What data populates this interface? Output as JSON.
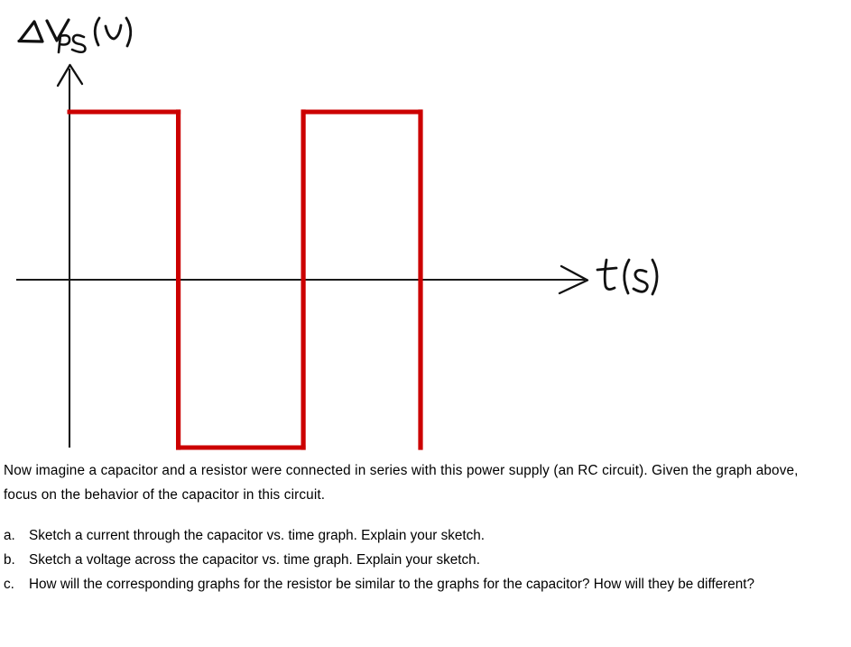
{
  "figure": {
    "y_axis_label": "ΔVₚₛ (v)",
    "y_axis_label_parts": {
      "delta": "Δ",
      "v": "V",
      "subscript": "PS",
      "unit": "(v)"
    },
    "x_axis_label": "t(s)",
    "stroke_color": "#cc0000",
    "axis_color": "#1a1a1a"
  },
  "chart_data": {
    "type": "line",
    "title": "",
    "xlabel": "t(s)",
    "ylabel": "ΔVₚₛ (v)",
    "grid": false,
    "legend": "none",
    "description": "Hand-drawn square wave (power supply voltage) alternating between a constant positive value and an equal-magnitude negative value, starting high at t=0.",
    "xlim": [
      0,
      6
    ],
    "ylim": [
      -1.3,
      1.3
    ],
    "high_level": 1,
    "low_level": -1,
    "zero_line": 0,
    "x": [
      0,
      1.55,
      1.55,
      3.33,
      3.33,
      5.0,
      5.0
    ],
    "y": [
      1,
      1,
      -1,
      -1,
      1,
      1,
      -1
    ],
    "transitions": [
      {
        "t": 0.0,
        "edge": "start-high",
        "value": 1
      },
      {
        "t": 1.55,
        "edge": "falling",
        "value": -1
      },
      {
        "t": 3.33,
        "edge": "rising",
        "value": 1
      },
      {
        "t": 5.0,
        "edge": "falling",
        "value": -1
      }
    ],
    "xticks": [],
    "yticks": []
  },
  "content": {
    "intro": "Now imagine a capacitor and a resistor were connected in series with this power supply (an RC circuit). Given the graph above, focus on the behavior of the capacitor in this circuit.",
    "questions": [
      {
        "marker": "a.",
        "text": "Sketch a current through the capacitor vs. time graph. Explain your sketch."
      },
      {
        "marker": "b.",
        "text": "Sketch a voltage across the capacitor vs. time graph. Explain your sketch."
      },
      {
        "marker": "c.",
        "text": "How will the corresponding graphs for the resistor be similar to the graphs for the capacitor? How will they be different?"
      }
    ]
  }
}
